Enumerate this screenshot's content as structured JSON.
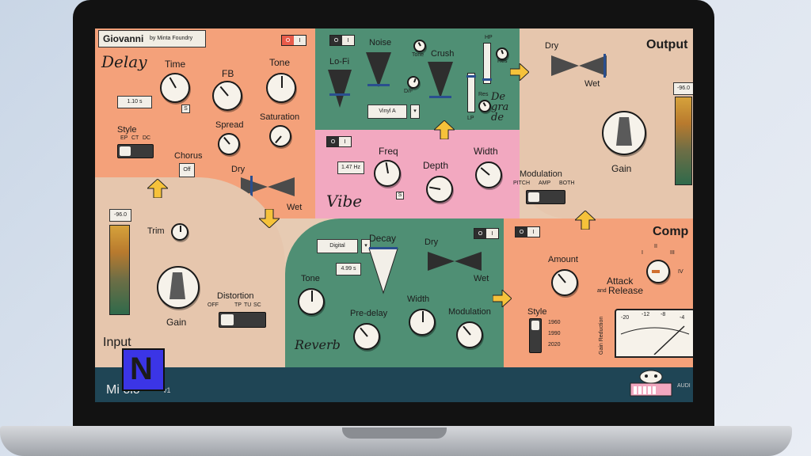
{
  "plugin": {
    "name": "Giovanni",
    "vendor": "by Minta Foundry"
  },
  "delay": {
    "title": "Delay",
    "time_label": "Time",
    "time_value": "1.10 s",
    "sync_badge": "S",
    "fb_label": "FB",
    "tone_label": "Tone",
    "style_label": "Style",
    "style_options": [
      "EP",
      "CT",
      "DC"
    ],
    "chorus_label": "Chorus",
    "chorus_value": "Off",
    "spread_label": "Spread",
    "saturation_label": "Saturation",
    "dry_label": "Dry",
    "wet_label": "Wet"
  },
  "degrade": {
    "lofi_label": "Lo-Fi",
    "noise_label": "Noise",
    "noise_tone_label": "Tone",
    "noise_df_label": "D/F",
    "crush_label": "Crush",
    "hp_label": "HP",
    "lp_label": "LP",
    "res_label": "Res",
    "res2_label": "Res",
    "preset_value": "Vinyl A",
    "title": "De gra de"
  },
  "vibe": {
    "title": "Vibe",
    "rate_value": "1.47 Hz",
    "sync_badge": "S",
    "freq_label": "Freq",
    "depth_label": "Depth",
    "width_label": "Width",
    "modulation_label": "Modulation",
    "mod_options": [
      "PITCH",
      "AMP",
      "BOTH"
    ]
  },
  "output": {
    "title": "Output",
    "dry_label": "Dry",
    "wet_label": "Wet",
    "meter_value": "-96.0",
    "gain_label": "Gain"
  },
  "input": {
    "title": "Input",
    "meter_value": "-96.0",
    "trim_label": "Trim",
    "gain_label": "Gain",
    "distortion_label": "Distortion",
    "dist_options": [
      "OFF",
      "TP",
      "TU",
      "SC"
    ]
  },
  "reverb": {
    "title": "Reverb",
    "mode_value": "Digital",
    "decay_label": "Decay",
    "decay_value": "4.99 s",
    "dry_label": "Dry",
    "wet_label": "Wet",
    "tone_label": "Tone",
    "width_label": "Width",
    "predelay_label": "Pre-delay",
    "modulation_label": "Modulation"
  },
  "comp": {
    "title": "Comp",
    "amount_label": "Amount",
    "attack_release_label": "Attack",
    "and_label": "and",
    "release_label": "Release",
    "positions": [
      "I",
      "II",
      "III",
      "IV"
    ],
    "style_label": "Style",
    "style_options": [
      "1960",
      "1990",
      "2020"
    ],
    "meter_scale": [
      "-20",
      "-12",
      "-8",
      "-4"
    ],
    "meter_label": "Gain Reduction"
  },
  "toggles": {
    "off": "O",
    "on": "I"
  },
  "footer": {
    "app_name": "Mi olo",
    "version": "v1",
    "badge": "N",
    "brand": "AUDI"
  },
  "colors": {
    "orange": "#f4a17a",
    "green": "#4f8f74",
    "pink": "#f2a8c0",
    "tan": "#e6c6ad",
    "arrow": "#f6c23a",
    "badge": "#3b35e6"
  }
}
